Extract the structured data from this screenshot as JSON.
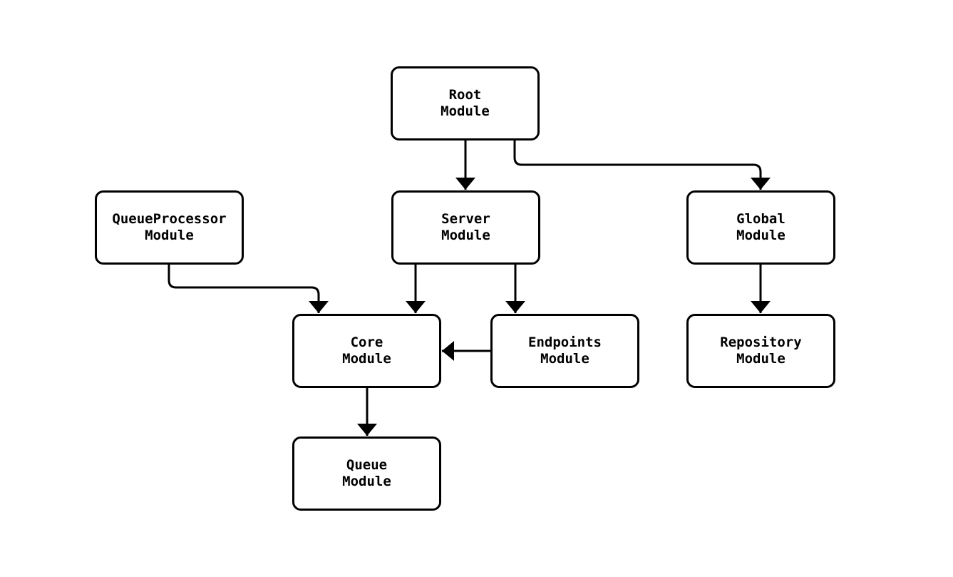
{
  "diagram": {
    "type": "module-dependency-flowchart",
    "background_color": "#ffffff",
    "node_fill_color": "#ffffff",
    "node_border_color": "#000000",
    "edge_color": "#000000",
    "text_color": "#000000",
    "nodes": [
      {
        "id": "root",
        "label": "Root\nModule"
      },
      {
        "id": "queueprocessor",
        "label": "QueueProcessor\nModule"
      },
      {
        "id": "server",
        "label": "Server\nModule"
      },
      {
        "id": "global",
        "label": "Global\nModule"
      },
      {
        "id": "core",
        "label": "Core\nModule"
      },
      {
        "id": "endpoints",
        "label": "Endpoints\nModule"
      },
      {
        "id": "repository",
        "label": "Repository\nModule"
      },
      {
        "id": "queue",
        "label": "Queue\nModule"
      }
    ],
    "edges": [
      {
        "from": "root",
        "to": "server"
      },
      {
        "from": "root",
        "to": "global"
      },
      {
        "from": "queueprocessor",
        "to": "core"
      },
      {
        "from": "server",
        "to": "core"
      },
      {
        "from": "server",
        "to": "endpoints"
      },
      {
        "from": "endpoints",
        "to": "core"
      },
      {
        "from": "global",
        "to": "repository"
      },
      {
        "from": "core",
        "to": "queue"
      }
    ]
  }
}
